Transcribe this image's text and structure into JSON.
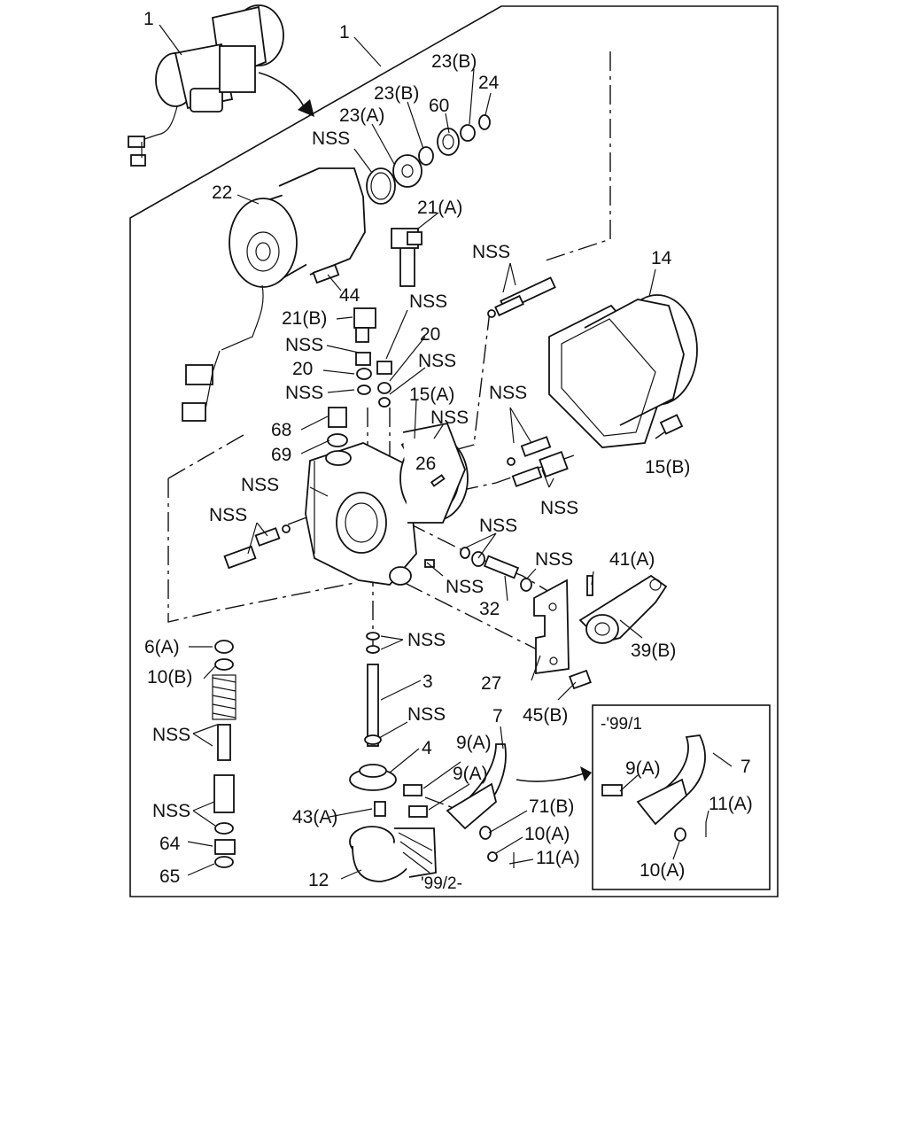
{
  "callouts": {
    "c1_top": "1",
    "c1_main": "1",
    "c23b_top": "23(B)",
    "c24": "24",
    "c23b_mid": "23(B)",
    "c60": "60",
    "c23a": "23(A)",
    "nss_oring": "NSS",
    "c22": "22",
    "c21a": "21(A)",
    "nss_studs_top": "NSS",
    "c14": "14",
    "c44": "44",
    "nss_a": "NSS",
    "c21b": "21(B)",
    "c20_r": "20",
    "nss_b": "NSS",
    "nss_c": "NSS",
    "c20_l": "20",
    "nss_d": "NSS",
    "c15a": "15(A)",
    "nss_e": "NSS",
    "nss_studs_r": "NSS",
    "c68": "68",
    "c15b": "15(B)",
    "c69": "69",
    "c26": "26",
    "nss_f": "NSS",
    "nss_g": "NSS",
    "nss_studs_l": "NSS",
    "nss_h": "NSS",
    "nss_i": "NSS",
    "c41a": "41(A)",
    "nss_j": "NSS",
    "c32": "32",
    "c39b": "39(B)",
    "c6a": "6(A)",
    "nss_k": "NSS",
    "c10b": "10(B)",
    "c3": "3",
    "c27": "27",
    "nss_l": "NSS",
    "c45b": "45(B)",
    "nss_m": "NSS",
    "c7": "7",
    "c4": "4",
    "c9a_1": "9(A)",
    "c9a_2": "9(A)",
    "nss_n": "NSS",
    "c71b": "71(B)",
    "c43a": "43(A)",
    "c10a": "10(A)",
    "c64": "64",
    "c11a": "11(A)",
    "c65": "65",
    "c12": "12"
  },
  "date_note": "'99/2-",
  "inset": {
    "date": "-'99/1",
    "c9a": "9(A)",
    "c7": "7",
    "c11a": "11(A)",
    "c10a": "10(A)"
  }
}
